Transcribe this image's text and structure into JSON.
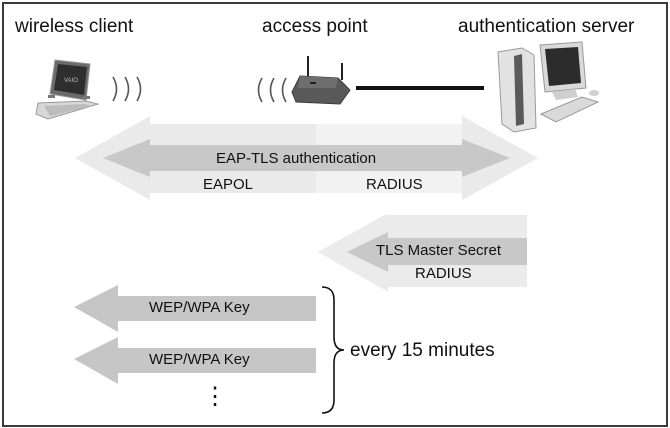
{
  "nodes": {
    "client": {
      "label": "wireless client",
      "icon": "laptop-icon"
    },
    "access_point": {
      "label": "access point",
      "icon": "wireless-router-icon"
    },
    "server": {
      "label": "authentication server",
      "icon": "desktop-computer-icon"
    }
  },
  "flows": {
    "eap_tls": {
      "title": "EAP-TLS authentication",
      "left_protocol": "EAPOL",
      "right_protocol": "RADIUS",
      "direction": "bidirectional"
    },
    "master_secret": {
      "title": "TLS Master Secret",
      "protocol": "RADIUS",
      "direction": "server-to-access-point"
    },
    "key_updates": {
      "items": [
        "WEP/WPA Key",
        "WEP/WPA Key"
      ],
      "ellipsis": "⋮",
      "interval_label": "every 15 minutes",
      "direction": "access-point-to-client"
    }
  },
  "colors": {
    "outer_arrow": "#ececec",
    "inner_arrow": "#c8c8c8",
    "key_arrow": "#c6c6c6",
    "border": "#3a3a3a",
    "link": "#111111"
  }
}
